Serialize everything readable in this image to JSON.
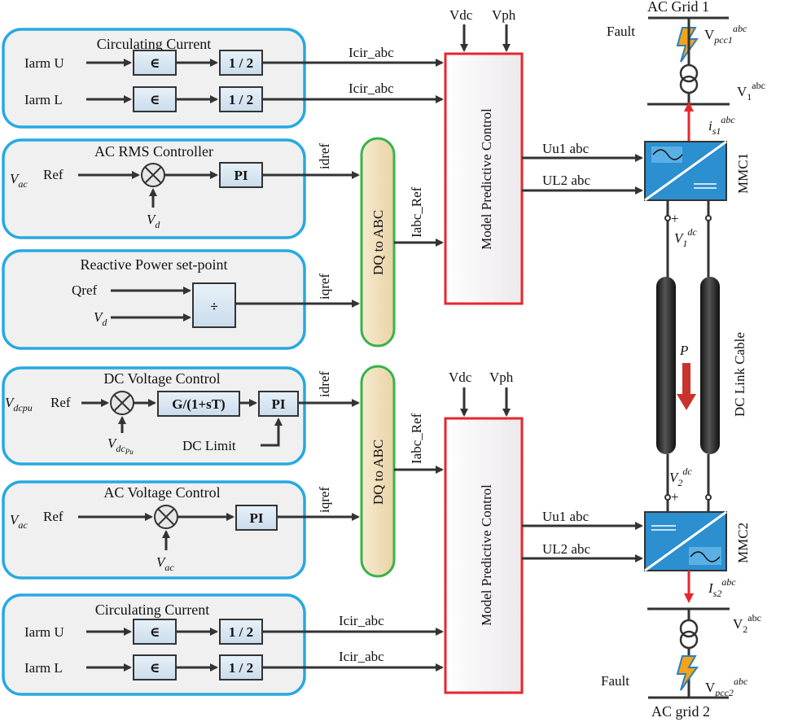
{
  "panels": {
    "circ_top": {
      "title": "Circulating Current",
      "in_u": "Iarm U",
      "in_l": "Iarm L",
      "op": "∈",
      "half": "1 / 2"
    },
    "ac_rms": {
      "title": "AC RMS Controller",
      "v": "V",
      "v_sub": "ac",
      "ref": "Ref",
      "vd": "V",
      "vd_sub": "d",
      "pi": "PI"
    },
    "reactive": {
      "title": "Reactive Power set-point",
      "qref": "Qref",
      "vd": "V",
      "vd_sub": "d",
      "div": "÷"
    },
    "dc_volt": {
      "title": "DC Voltage Control",
      "v": "V",
      "v_sub": "dcpu",
      "ref": "Ref",
      "fb": "V",
      "fb_sub": "dc",
      "fb_sub2": "Pu",
      "tf": "G/(1+sT)",
      "pi": "PI",
      "limit": "DC Limit"
    },
    "ac_volt": {
      "title": "AC Voltage Control",
      "v": "V",
      "v_sub": "ac",
      "ref": "Ref",
      "fb": "V",
      "fb_sub": "ac",
      "pi": "PI"
    },
    "circ_bot": {
      "title": "Circulating Current",
      "in_u": "Iarm U",
      "in_l": "Iarm L",
      "op": "∈",
      "half": "1 / 2"
    }
  },
  "signals": {
    "icir": "Icir_abc",
    "idref": "idref",
    "iqref": "iqref",
    "iabc_ref": "Iabc_Ref",
    "uu1": "Uu1 abc",
    "ul2": "UL2 abc",
    "vdc": "Vdc",
    "vph": "Vph"
  },
  "blocks": {
    "dq_abc": "DQ to ABC",
    "mpc": "Model Predictive Control"
  },
  "grid": {
    "grid1": "AC Grid 1",
    "grid2": "AC grid 2",
    "fault": "Fault",
    "vpcc1": "V",
    "vpcc1_sub": "pcc1",
    "vpcc2": "V",
    "vpcc2_sub": "pcc2",
    "abc": "abc",
    "v1": "V",
    "v1_sub": "1",
    "v2": "V",
    "v2_sub": "2",
    "is1": "i",
    "is1_sub": "s1",
    "is2": "I",
    "is2_sub": "s2",
    "mmc1": "MMC1",
    "mmc2": "MMC2",
    "v1dc": "V",
    "v1dc_sub": "1",
    "v2dc": "V",
    "v2dc_sub": "2",
    "dc": "dc",
    "plus": "+",
    "power": "P",
    "cable": "DC Link Cable"
  },
  "colors": {
    "panel_border": "#27a9e1",
    "panel_fill": "#f0f0f0",
    "block_fill": "#dde9f3",
    "mpc_border": "#e8262d",
    "dq_border": "#37b34a",
    "dq_fill": "#f4e4c4",
    "converter": "#2b8fd0",
    "arrow_red": "#e8262d"
  }
}
